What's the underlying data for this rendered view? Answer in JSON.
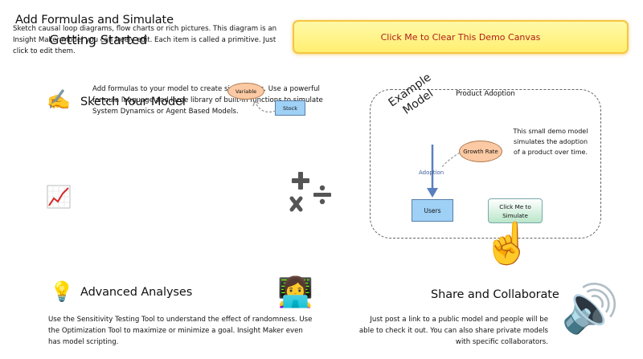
{
  "top_banner": {
    "clear_label": "Click Me to Clear This Demo Canvas"
  },
  "sections": {
    "getting_started": {
      "title": "Getting Started",
      "text": "Sketch causal loop diagrams, flow charts or rich pictures. This diagram is an Insight Maker model you can freely edit. Each item is called a primitive. Just click to edit them."
    },
    "add_formulas": {
      "title": "Add Formulas and Simulate",
      "text": "Add formulas to your model to create simulations. Use a powerful formula language and large library of built-in functions to simulate System Dynamics or Agent Based Models."
    },
    "sketch": {
      "title": "Sketch Your Model",
      "icon": "writing-hand-icon",
      "variable_label": "Variable",
      "stock_label": "Stock"
    },
    "advanced": {
      "title": "Advanced Analyses",
      "icon": "light-bulb-icon",
      "text": "Use the Sensitivity Testing Tool to understand the effect of randomness. Use the Optimization Tool to maximize or minimize a goal. Insight Maker even has model scripting."
    },
    "share": {
      "title": "Share and Collaborate",
      "icon": "speaker-icon",
      "text": "Just post a link to a public model and people will be able to check it out. You can also share private models with specific collaborators."
    }
  },
  "demo": {
    "title": "Product Adoption",
    "example_label": "Example Model",
    "description": "This small demo model simulates the adoption of a product over time.",
    "growth_rate": "Growth Rate",
    "adoption": "Adoption",
    "users": "Users",
    "simulate_label": "Click Me to Simulate"
  },
  "icons": {
    "chart": "chart-increasing-icon",
    "math": "math-operators-icon",
    "scientist": "technologist-icon",
    "pointer": "pointing-up-icon"
  },
  "colors": {
    "banner_bg": "#ffef70",
    "banner_text": "#b01c1c",
    "stock_fill": "#9fd0f5",
    "variable_fill": "#fbc9a3",
    "flow_color": "#5a7fc0"
  }
}
